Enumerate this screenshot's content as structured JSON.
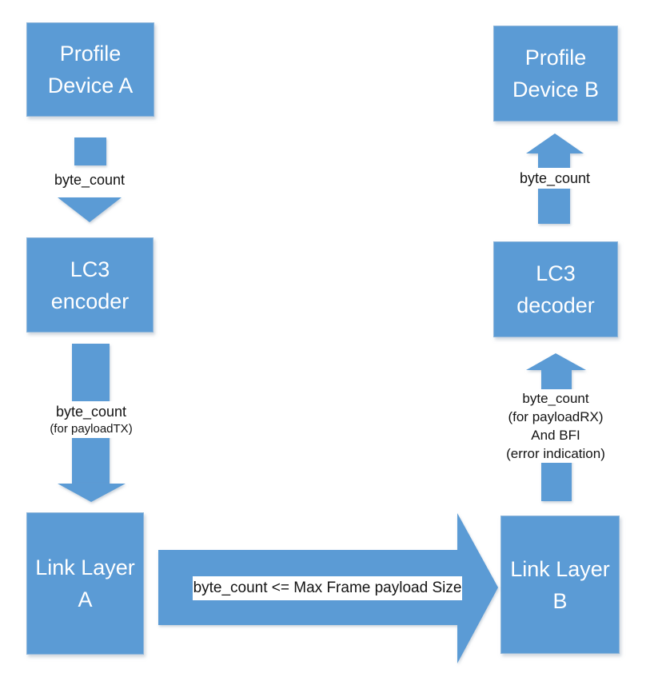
{
  "diagram": {
    "description": "LC3 codec byte_count data flow between two profile devices",
    "colors": {
      "shape_fill": "#5b9bd5",
      "shape_border": "#8fb6da",
      "box_text": "#ffffff",
      "label_text": "#141414",
      "background": "#ffffff"
    },
    "boxes": [
      {
        "id": "profile-device-a",
        "lines": [
          "Profile",
          "Device A"
        ]
      },
      {
        "id": "lc3-encoder",
        "lines": [
          "LC3",
          "encoder"
        ]
      },
      {
        "id": "link-layer-a",
        "lines": [
          "Link Layer",
          "A"
        ]
      },
      {
        "id": "link-layer-b",
        "lines": [
          "Link Layer",
          "B"
        ]
      },
      {
        "id": "lc3-decoder",
        "lines": [
          "LC3",
          "decoder"
        ]
      },
      {
        "id": "profile-device-b",
        "lines": [
          "Profile",
          "Device B"
        ]
      }
    ],
    "arrows": [
      {
        "name": "profile-a-to-encoder",
        "direction": "down",
        "label_lines": [
          "byte_count"
        ]
      },
      {
        "name": "encoder-to-link-a",
        "direction": "down",
        "label_lines": [
          "byte_count",
          "(for payloadTX)"
        ]
      },
      {
        "name": "link-a-to-link-b",
        "direction": "right",
        "label_lines": [
          "byte_count <= Max Frame payload Size"
        ]
      },
      {
        "name": "link-b-to-decoder",
        "direction": "up",
        "label_lines": [
          "byte_count",
          "(for payloadRX)",
          "And BFI",
          "(error indication)"
        ]
      },
      {
        "name": "decoder-to-profile-b",
        "direction": "up",
        "label_lines": [
          "byte_count"
        ]
      }
    ]
  }
}
